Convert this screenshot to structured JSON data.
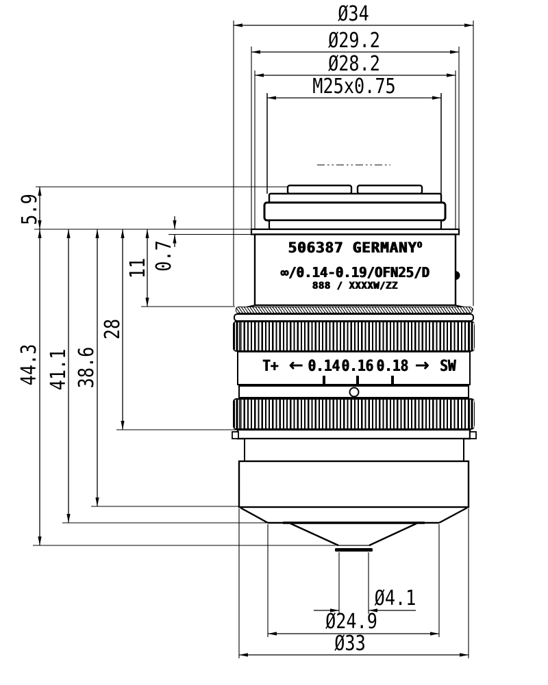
{
  "page": {
    "background": "#ffffff",
    "line_color": "#000000"
  },
  "dimensions": {
    "top": [
      {
        "label": "Ø34"
      },
      {
        "label": "Ø29.2"
      },
      {
        "label": "Ø28.2"
      },
      {
        "label": "M25x0.75"
      }
    ],
    "left": [
      {
        "label": "5.9"
      },
      {
        "label": "0.7"
      },
      {
        "label": "11"
      },
      {
        "label": "28"
      },
      {
        "label": "38.6"
      },
      {
        "label": "41.1"
      },
      {
        "label": "44.3"
      }
    ],
    "bottom": [
      {
        "label": "Ø4.1"
      },
      {
        "label": "Ø24.9"
      },
      {
        "label": "Ø33"
      }
    ]
  },
  "engraving": {
    "line1": "506387 GERMANY",
    "line1_superscript": "O",
    "line2": "∞/0.14-0.19/OFN25/D",
    "line3": "888 / XXXXW/ZZ"
  },
  "collar": {
    "label_left": "T+",
    "arrow_left": "←",
    "values": [
      "0.14",
      "0.16",
      "0.18"
    ],
    "arrow_right": "→",
    "label_right": "SW"
  }
}
